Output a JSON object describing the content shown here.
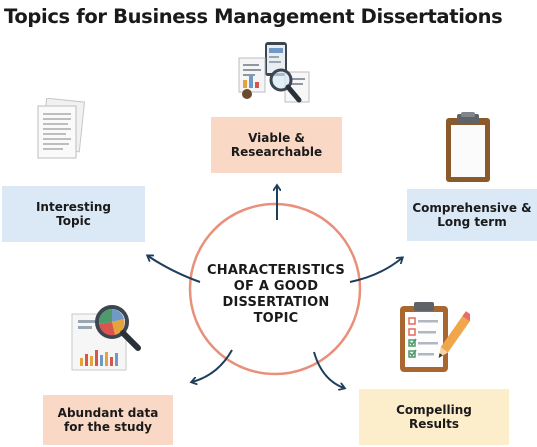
{
  "title": "Topics for Business Management Dissertations",
  "center": {
    "label": "CHARACTERISTICS\nOF A GOOD\nDISSERTATION\nTOPIC"
  },
  "nodes": {
    "viable": "Viable &\nResearchable",
    "interesting": "Interesting\nTopic",
    "comprehensive": "Comprehensive &\nLong term",
    "abundant": "Abundant data\nfor the study",
    "compelling": "Compelling\nResults"
  },
  "icons": {
    "viable": "report-magnifier-icon",
    "interesting": "document-stack-icon",
    "comprehensive": "clipboard-icon",
    "abundant": "chart-magnifier-icon",
    "compelling": "checklist-pencil-icon"
  },
  "colors": {
    "peach": "#fad8c6",
    "blue": "#dbe9f6",
    "cream": "#fdeecb",
    "circle": "#e8907b",
    "arrow": "#1f3e5c"
  }
}
